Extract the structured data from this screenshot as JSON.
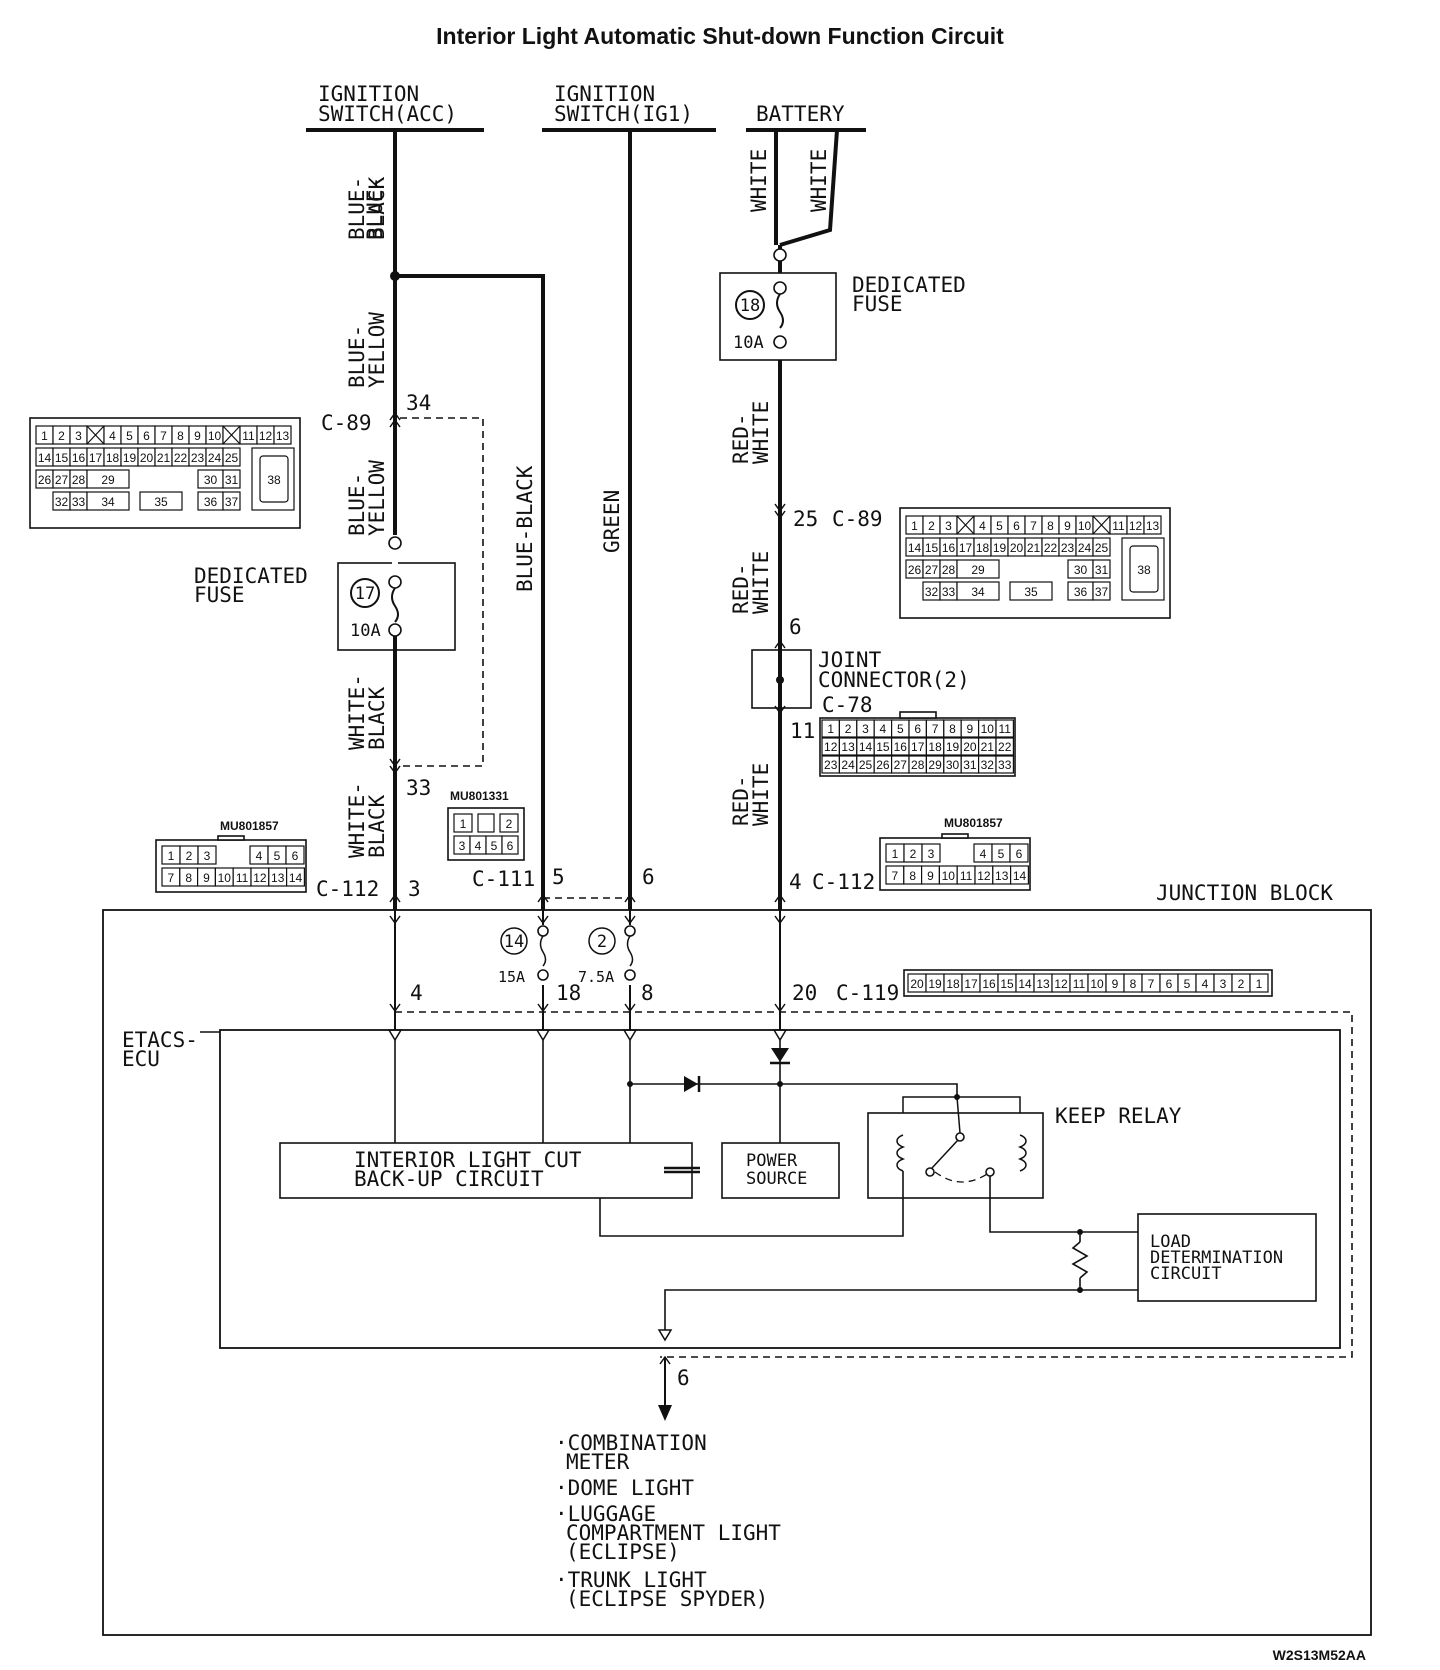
{
  "title": "Interior Light Automatic Shut-down Function Circuit",
  "sources": {
    "acc_l1": "IGNITION",
    "acc_l2": "SWITCH(ACC)",
    "ig1_l1": "IGNITION",
    "ig1_l2": "SWITCH(IG1)",
    "battery": "BATTERY"
  },
  "wire_colors": {
    "white_a": "WHITE",
    "white_b": "WHITE",
    "blue_black_top_l1": "BLUE-",
    "blue_black_top_l2": "BLACK",
    "blue_yellow_upper_l1": "BLUE-",
    "blue_yellow_upper_l2": "YELLOW",
    "blue_yellow_lower_l1": "BLUE-",
    "blue_yellow_lower_l2": "YELLOW",
    "white_black_upper_l1": "WHITE-",
    "white_black_upper_l2": "BLACK",
    "white_black_lower_l1": "WHITE-",
    "white_black_lower_l2": "BLACK",
    "blue_black_long": "BLUE-BLACK",
    "green": "GREEN",
    "red_white_1_l1": "RED-",
    "red_white_1_l2": "WHITE",
    "red_white_2_l1": "RED-",
    "red_white_2_l2": "WHITE",
    "red_white_3_l1": "RED-",
    "red_white_3_l2": "WHITE"
  },
  "fuses": {
    "fuse18_num": "18",
    "fuse18_rating": "10A",
    "fuse18_label_l1": "DEDICATED",
    "fuse18_label_l2": "FUSE",
    "fuse17_num": "17",
    "fuse17_rating": "10A",
    "fuse17_label_l1": "DEDICATED",
    "fuse17_label_l2": "FUSE",
    "fuse14_num": "14",
    "fuse14_rating": "15A",
    "fuse2_num": "2",
    "fuse2_rating": "7.5A"
  },
  "connectors": {
    "c89_left_label": "C-89",
    "c89_left_pin": "34",
    "c89_right_label": "C-89",
    "c89_right_pin": "25",
    "pin33": "33",
    "joint_pin_top": "6",
    "joint_l1": "JOINT",
    "joint_l2": "CONNECTOR(2)",
    "c78_label": "C-78",
    "joint_pin_bottom": "11",
    "c112_left_label": "C-112",
    "c112_left_pin": "3",
    "c111_label": "C-111",
    "c111_pin_a": "5",
    "c111_pin_b": "6",
    "c112_right_pin": "4",
    "c112_right_label": "C-112",
    "junction_block": "JUNCTION BLOCK",
    "etacs_pin_a": "4",
    "etacs_pin_b": "18",
    "etacs_pin_c": "8",
    "etacs_pin_d": "20",
    "c119_label": "C-119",
    "output_pin": "6",
    "part_mu801331": "MU801331",
    "part_mu801857_left": "MU801857",
    "part_mu801857_right": "MU801857"
  },
  "ecu": {
    "name_l1": "ETACS-",
    "name_l2": "ECU",
    "backup_l1": "INTERIOR LIGHT CUT",
    "backup_l2": "BACK-UP CIRCUIT",
    "power_l1": "POWER",
    "power_l2": "SOURCE",
    "keep_relay": "KEEP RELAY",
    "load_l1": "LOAD",
    "load_l2": "DETERMINATION",
    "load_l3": "CIRCUIT"
  },
  "loads": {
    "item1_l1": "·COMBINATION",
    "item1_l2": "METER",
    "item2": "·DOME LIGHT",
    "item3_l1": "·LUGGAGE",
    "item3_l2": "COMPARTMENT LIGHT",
    "item3_l3": "(ECLIPSE)",
    "item4_l1": "·TRUNK LIGHT",
    "item4_l2": "(ECLIPSE SPYDER)"
  },
  "pin_tables": {
    "c89_row1": [
      "1",
      "2",
      "3",
      "",
      "4",
      "5",
      "6",
      "7",
      "8",
      "9",
      "10",
      "",
      "11",
      "12",
      "13"
    ],
    "c89_row2": [
      "14",
      "15",
      "16",
      "17",
      "18",
      "19",
      "20",
      "21",
      "22",
      "23",
      "24",
      "25"
    ],
    "c89_row3": [
      "26",
      "27",
      "28",
      "29",
      "30",
      "31"
    ],
    "c89_row4": [
      "32",
      "33",
      "34",
      "35",
      "36",
      "37"
    ],
    "c89_big": "38",
    "c78_row1": [
      "1",
      "2",
      "3",
      "4",
      "5",
      "6",
      "7",
      "8",
      "9",
      "10",
      "11"
    ],
    "c78_row2": [
      "12",
      "13",
      "14",
      "15",
      "16",
      "17",
      "18",
      "19",
      "20",
      "21",
      "22"
    ],
    "c78_row3": [
      "23",
      "24",
      "25",
      "26",
      "27",
      "28",
      "29",
      "30",
      "31",
      "32",
      "33"
    ],
    "c111_row1": [
      "1",
      "2"
    ],
    "c111_row2": [
      "3",
      "4",
      "5",
      "6"
    ],
    "c112_row1": [
      "1",
      "2",
      "3",
      "4",
      "5",
      "6"
    ],
    "c112_row2": [
      "7",
      "8",
      "9",
      "10",
      "11",
      "12",
      "13",
      "14"
    ],
    "c119_row": [
      "20",
      "19",
      "18",
      "17",
      "16",
      "15",
      "14",
      "13",
      "12",
      "11",
      "10",
      "9",
      "8",
      "7",
      "6",
      "5",
      "4",
      "3",
      "2",
      "1"
    ]
  },
  "doc_code": "W2S13M52AA"
}
